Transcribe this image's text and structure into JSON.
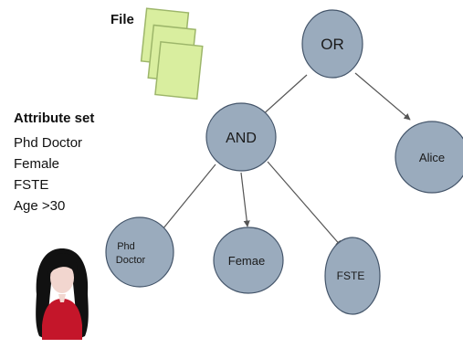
{
  "file_label": "File",
  "attribute_set": {
    "title": "Attribute set",
    "items": [
      "Phd Doctor",
      "Female",
      "FSTE",
      "Age >30"
    ]
  },
  "tree": {
    "root": "OR",
    "and_node": "AND",
    "alice": "Alice",
    "phd_line1": "Phd",
    "phd_line2": "Doctor",
    "female_leaf": "Femae",
    "fste_leaf": "FSTE"
  },
  "colors": {
    "node_fill": "#9aabbd",
    "node_stroke": "#44556a",
    "edge": "#555555",
    "doc_fill": "#d9ee9f",
    "doc_stroke": "#9db66a",
    "hair": "#111111",
    "skin": "#f2d6cf",
    "dress": "#c4162a"
  },
  "icons": {
    "file_stack": "stacked-documents-icon",
    "user": "woman-user-icon"
  }
}
